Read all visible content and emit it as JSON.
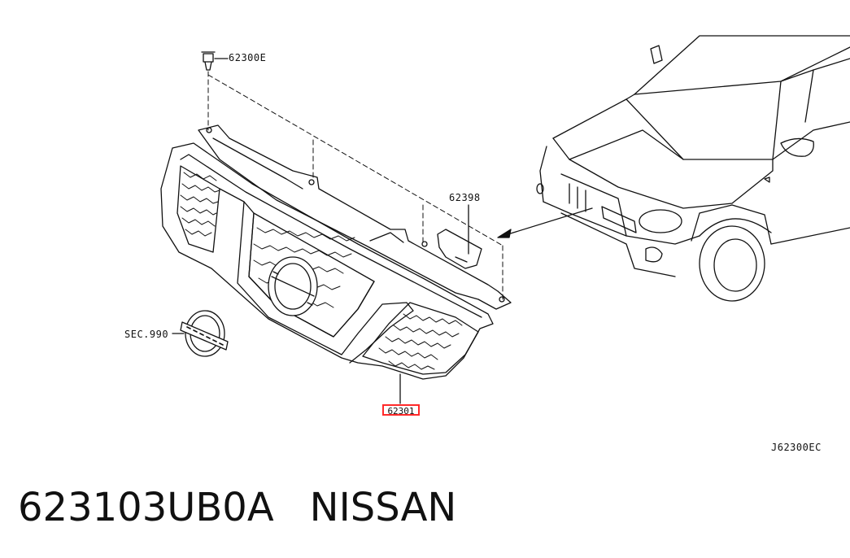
{
  "diagram": {
    "callouts": {
      "clip": "62300E",
      "bracket": "62398",
      "emblem_ref": "SEC.990",
      "grille": "62301"
    },
    "highlight_color": "#ff2a2a",
    "diagram_code": "J62300EC"
  },
  "footer": {
    "part_number": "623103UB0A",
    "brand": "NISSAN"
  }
}
